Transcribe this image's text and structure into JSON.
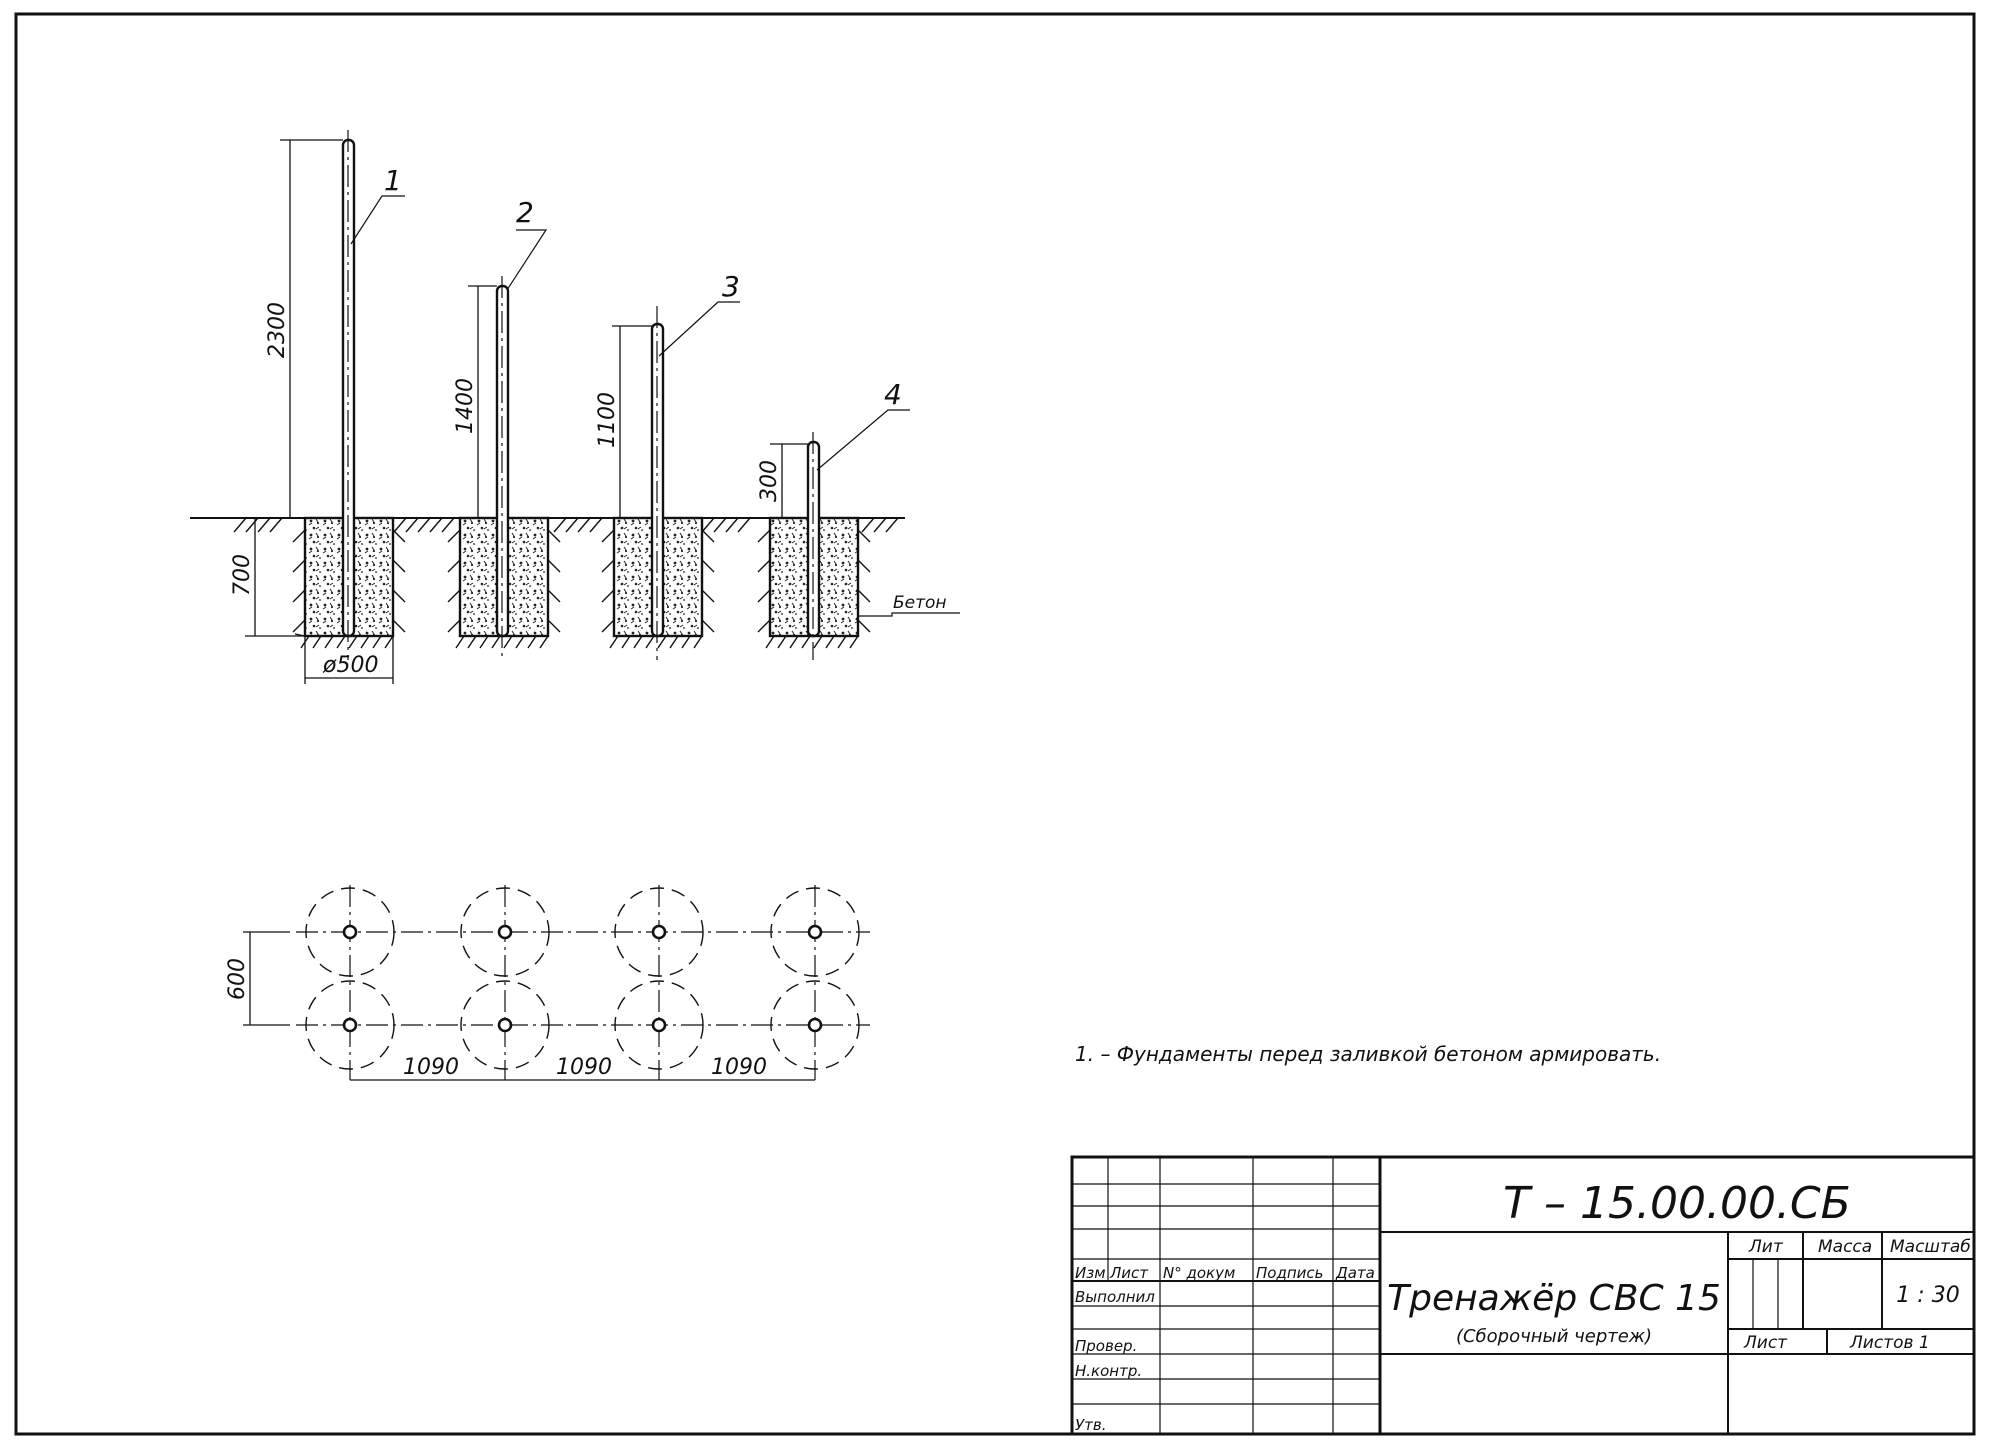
{
  "elevation": {
    "posts": [
      {
        "number": "1",
        "height": "2300"
      },
      {
        "number": "2",
        "height": "1400"
      },
      {
        "number": "3",
        "height": "1100"
      },
      {
        "number": "4",
        "height": "300"
      }
    ],
    "depth": "700",
    "diameter": "ø500",
    "material": "Бетон"
  },
  "plan": {
    "row_spacing": "600",
    "column_spacings": [
      "1090",
      "1090",
      "1090"
    ]
  },
  "note": "1. – Фундаменты перед заливкой бетоном армировать.",
  "title_block": {
    "code": "Т – 15.00.00.СБ",
    "name": "Тренажёр СВС 15",
    "subtitle": "(Сборочный чертеж)",
    "headers": [
      "Изм",
      "Лист",
      "N° докум",
      "Подпись",
      "Дата"
    ],
    "roles": [
      "Выполнил",
      "Провер.",
      "Н.контр.",
      "Утв."
    ],
    "lit": "Лит",
    "mass": "Масса",
    "scale_label": "Масштаб",
    "scale_value": "1 : 30",
    "sheet": "Лист",
    "sheets": "Листов 1"
  }
}
